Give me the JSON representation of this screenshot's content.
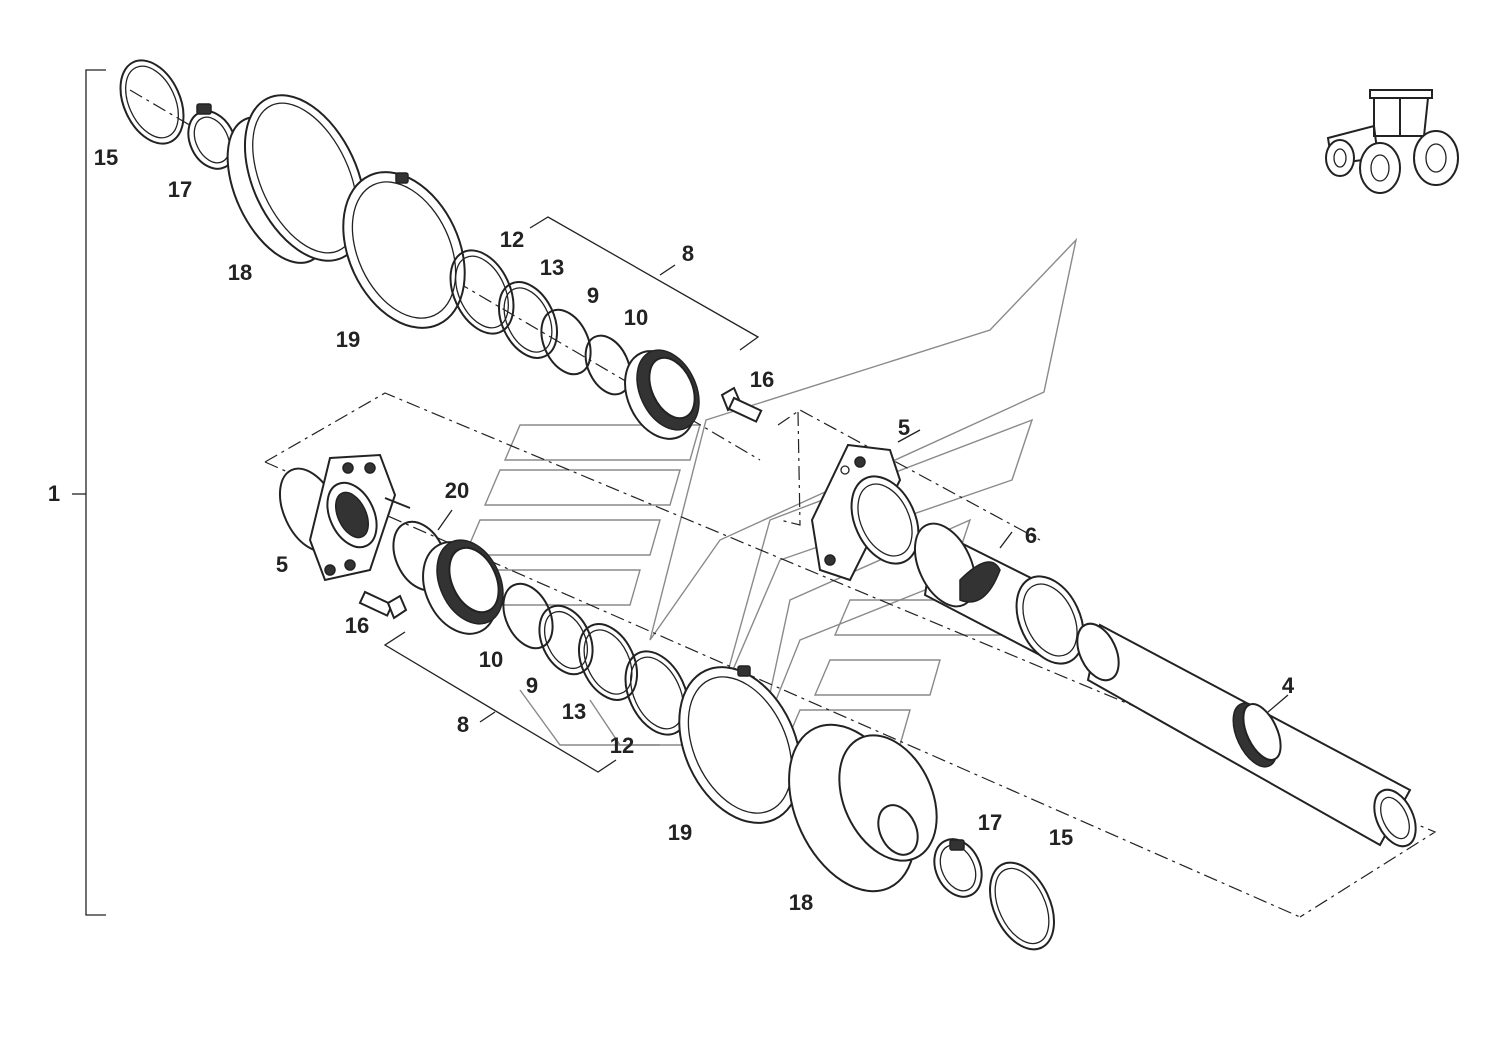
{
  "callouts": {
    "l1": "1",
    "l15a": "15",
    "l17a": "17",
    "l18a": "18",
    "l19a": "19",
    "l12a": "12",
    "l13a": "13",
    "l9a": "9",
    "l10a": "10",
    "l8a": "8",
    "l16a": "16",
    "l5a": "5",
    "l6": "6",
    "l20": "20",
    "l5b": "5",
    "l16b": "16",
    "l10b": "10",
    "l9b": "9",
    "l13b": "13",
    "l12b": "12",
    "l8b": "8",
    "l4": "4",
    "l19b": "19",
    "l18b": "18",
    "l17b": "17",
    "l15b": "15"
  },
  "icons": {
    "tractor": "tractor-icon",
    "watermark": "logo-watermark"
  },
  "colors": {
    "ink": "#222222",
    "watermark": "#8a8a8a",
    "background": "#ffffff"
  }
}
